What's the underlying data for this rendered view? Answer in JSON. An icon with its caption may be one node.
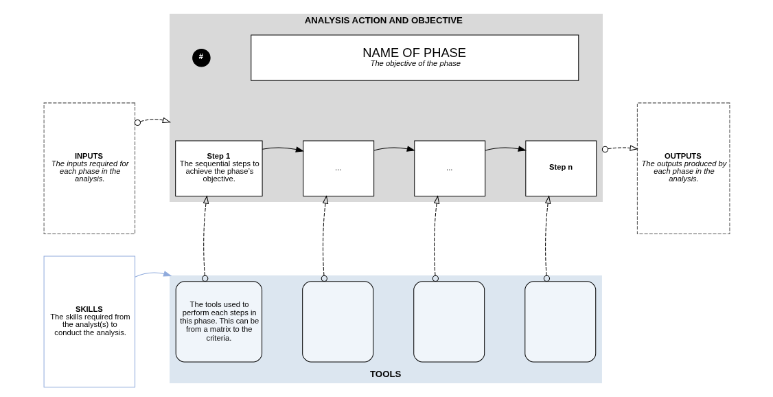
{
  "diagram": {
    "nodes": [
      {
        "text": [
          "INPUTS",
          "The inputs required for each phase in the analysis."
        ]
      },
      {
        "text": [
          "ANALYSIS ACTION AND OBJECTIVE"
        ]
      },
      {
        "text": [
          "#"
        ],
        "in": 1
      },
      {
        "text": [
          "NAME OF PHASE",
          "The objective of the phase"
        ],
        "in": 1
      },
      {
        "text": [
          "Step 1",
          "The sequential steps to achieve the phase’s objective."
        ],
        "in": 1
      },
      {
        "text": [
          "..."
        ],
        "in": 1
      },
      {
        "text": [
          "..."
        ],
        "in": 1
      },
      {
        "text": [
          "Step n"
        ],
        "in": 1
      },
      {
        "text": [
          "OUTPUTS",
          "The outputs produced by each phase in the analysis."
        ]
      },
      {
        "text": [
          "SKILLS",
          "The skills required from the analyst(s) to conduct the analysis."
        ]
      },
      {
        "text": [
          "TOOLS"
        ]
      },
      {
        "text": [
          "The tools used to perform each steps in this phase. This can be from a matrix to the criteria."
        ],
        "in": 10
      },
      {
        "text": [],
        "shape": "box",
        "in": 10
      },
      {
        "text": [],
        "shape": "box",
        "in": 10
      },
      {
        "text": [],
        "shape": "box",
        "in": 10
      }
    ],
    "edges": [
      {
        "from": 0,
        "to": 1,
        "arrow": "to",
        "style": "dashed"
      },
      {
        "from": 1,
        "to": 8,
        "arrow": "to",
        "style": "dashed"
      },
      {
        "from": 4,
        "to": 5,
        "arrow": "to"
      },
      {
        "from": 5,
        "to": 6,
        "arrow": "to"
      },
      {
        "from": 6,
        "to": 7,
        "arrow": "to"
      },
      {
        "from": 11,
        "to": 4,
        "arrow": "to",
        "style": "dashed"
      },
      {
        "from": 12,
        "to": 5,
        "arrow": "to",
        "style": "dashed"
      },
      {
        "from": 13,
        "to": 6,
        "arrow": "to",
        "style": "dashed"
      },
      {
        "from": 14,
        "to": 7,
        "arrow": "to",
        "style": "dashed"
      },
      {
        "from": 9,
        "to": 10,
        "arrow": "to",
        "color": "#8faadc"
      }
    ]
  }
}
